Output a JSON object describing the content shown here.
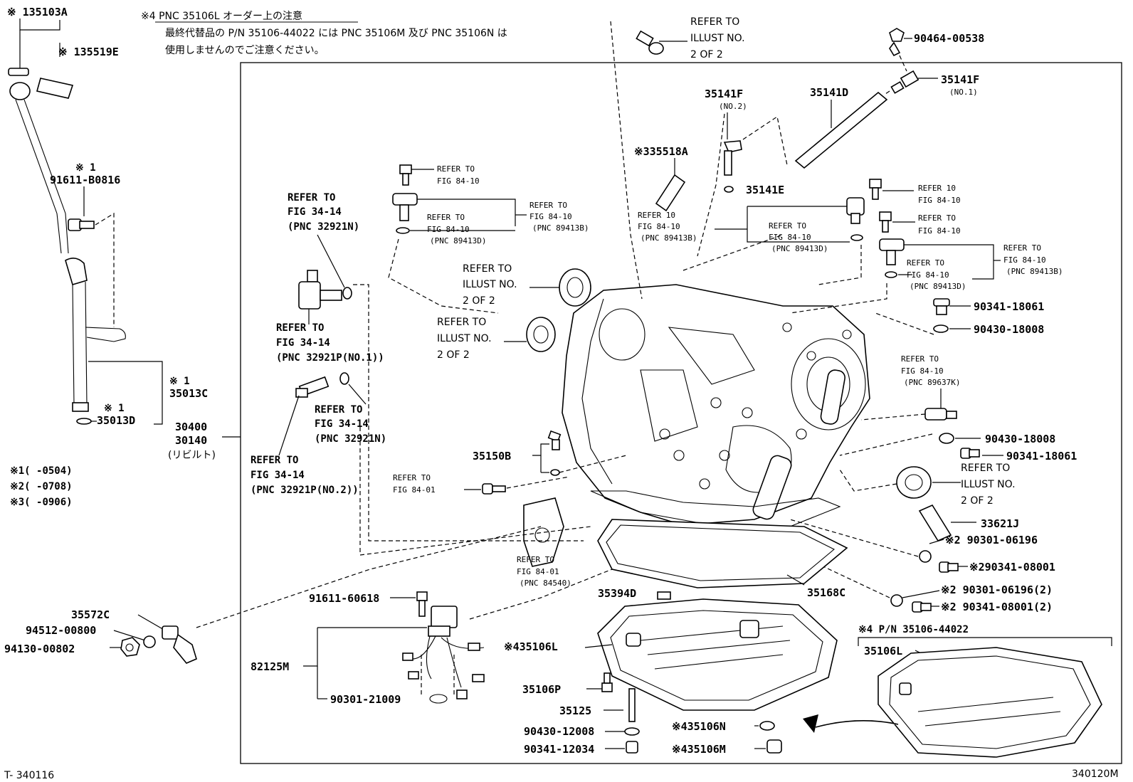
{
  "header_note": {
    "line1": "※4 PNC 35106L オーダー上の注意",
    "line2": "最終代替品の P/N 35106-44022 には PNC 35106M 及び PNC 35106N は",
    "line3": "使用しませんのでご注意ください。"
  },
  "illustration_code_left": "T- 340116",
  "illustration_code_right": "340120M",
  "date_legend": [
    "※1(     -0504)",
    "※2(     -0708)",
    "※3(     -0906)"
  ],
  "callouts": {
    "p35103A": "※ 135103A",
    "p35519E": "※ 135519E",
    "p91611B0816_mark": "※ 1",
    "p91611B0816": "91611-B0816",
    "p35013C_mark": "※ 1",
    "p35013C": "35013C",
    "p35013D_mark": "※ 1",
    "p35013D": "35013D",
    "p30400": "30400",
    "p30140": "30140",
    "p30140_note": "(リビルト)",
    "p35141F_top": "35141F",
    "p35141F_top_no": "(NO.1)",
    "p35141F_mid": "35141F",
    "p35141F_mid_no": "(NO.2)",
    "p35141D": "35141D",
    "p35141E": "35141E",
    "p35518A": "※335518A",
    "p9046400538": "90464-00538",
    "p9034118061a": "90341-18061",
    "p9043018008a": "90430-18008",
    "p9043018008b": "90430-18008",
    "p9034118061b": "90341-18061",
    "p33621J": "33621J",
    "p9030106196": "※2 90301-06196",
    "p9034108001": "※290341-08001",
    "p9030106196_2": "※2 90301-06196(2)",
    "p9034108001_2": "※2 90341-08001(2)",
    "p35168C": "35168C",
    "p35150B": "35150B",
    "p35394D": "35394D",
    "p9161160618": "91611-60618",
    "p82125M": "82125M",
    "p9030121009": "90301-21009",
    "p35106L": "※435106L",
    "p35106P": "35106P",
    "p35125": "35125",
    "p9043012008": "90430-12008",
    "p9034112034": "90341-12034",
    "p35106N": "※435106N",
    "p35106M": "※435106M",
    "p35572C": "35572C",
    "p9451200800": "94512-00800",
    "p9413000802": "94130-00802",
    "pn_note": "※4 P/N 35106-44022",
    "p35106L_b": "35106L"
  },
  "references": {
    "illust_a": [
      "REFER TO",
      "ILLUST NO.",
      "2 OF 2"
    ],
    "illust_b": [
      "REFER TO",
      "ILLUST NO.",
      "2 OF 2"
    ],
    "illust_c": [
      "REFER TO",
      "ILLUST NO.",
      "2 OF 2"
    ],
    "illust_d": [
      "REFER TO",
      "ILLUST NO.",
      "2 OF 2"
    ],
    "fig8410_a": [
      "REFER TO",
      "FIG 84-10"
    ],
    "fig8410_b": [
      "REFER TO",
      "FIG 84-10",
      "(PNC 89413B)"
    ],
    "fig8410_c": [
      "REFER TO",
      "FIG 84-10",
      "(PNC 89413D)"
    ],
    "fig8410_d": [
      "REFER 10",
      "FIG 84-10",
      "(PNC 89413B)"
    ],
    "fig8410_e": [
      "REFER TO",
      "FIG 84-10",
      "(PNC 89413D)"
    ],
    "fig8410_f": [
      "REFER 10",
      "FIG 84-10"
    ],
    "fig8410_g": [
      "REFER TO",
      "FIG 84-10"
    ],
    "fig8410_h": [
      "REFER TO",
      "FIG 84-10",
      "(PNC 89413B)"
    ],
    "fig8410_i": [
      "REFER TO",
      "FIG 84-10",
      "(PNC 89413D)"
    ],
    "fig8410_j": [
      "REFER TO",
      "FIG 84-10",
      "(PNC 89637K)"
    ],
    "fig3414_a": [
      "REFER TO",
      "FIG 34-14",
      "(PNC 32921N)"
    ],
    "fig3414_b": [
      "REFER TO",
      "FIG 34-14",
      "(PNC 32921P(NO.1))"
    ],
    "fig3414_c": [
      "REFER TO",
      "FIG 34-14",
      "(PNC 32921N)"
    ],
    "fig3414_d": [
      "REFER TO",
      "FIG 34-14",
      "(PNC 32921P(NO.2))"
    ],
    "fig8401_a": [
      "REFER TO",
      "FIG 84-01"
    ],
    "fig8401_b": [
      "REFER TO",
      "FIG 84-01",
      "(PNC 84540)"
    ]
  }
}
